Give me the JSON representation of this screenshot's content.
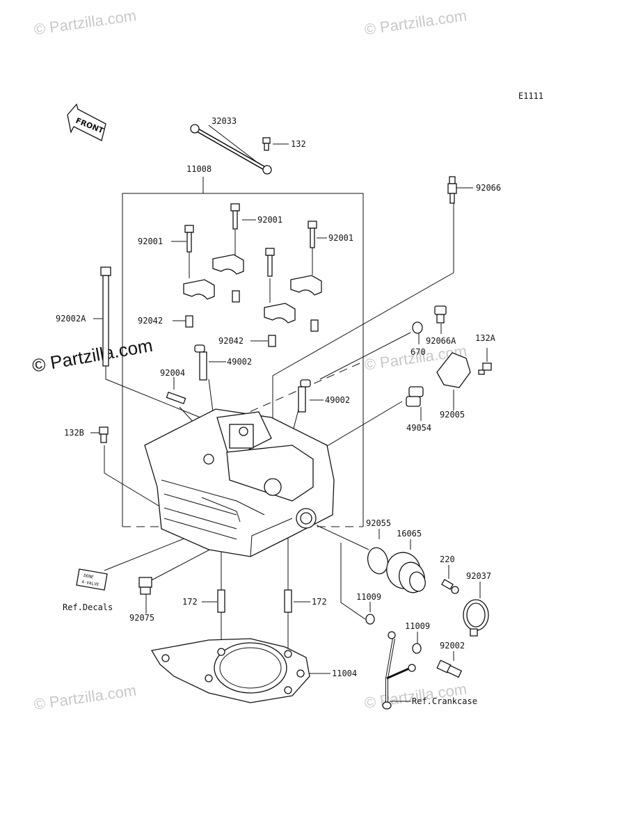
{
  "diagram_code": "E1111",
  "watermark": "© Partzilla.com",
  "front_arrow_label": "FRONT",
  "decal_text": [
    "DONE",
    "4-VALVE"
  ],
  "labels": {
    "p32033": "32033",
    "p132": "132",
    "p11008": "11008",
    "p92066": "92066",
    "p92001_a": "92001",
    "p92001_b": "92001",
    "p92001_c": "92001",
    "p92042_a": "92042",
    "p92042_b": "92042",
    "p92002A": "92002A",
    "p670": "670",
    "p92066A": "92066A",
    "p132A": "132A",
    "p49002_a": "49002",
    "p92004": "92004",
    "p49002_b": "49002",
    "p92005": "92005",
    "p49054": "49054",
    "p132B": "132B",
    "p92055": "92055",
    "p16065": "16065",
    "p220": "220",
    "p92037": "92037",
    "p11009_a": "11009",
    "p11009_b": "11009",
    "p92002": "92002",
    "p172_a": "172",
    "p172_b": "172",
    "p11004": "11004",
    "ref_decals": "Ref.Decals",
    "p92075": "92075",
    "ref_crankcase": "Ref.Crankcase"
  }
}
